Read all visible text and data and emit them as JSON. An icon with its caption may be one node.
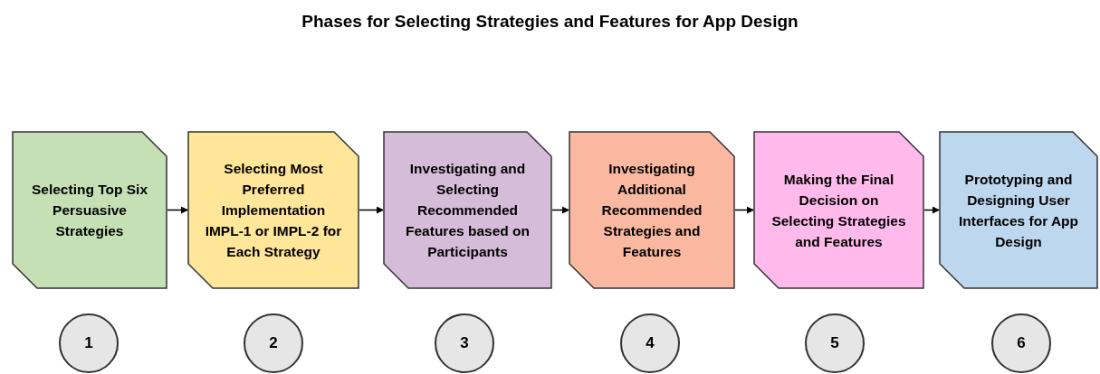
{
  "diagram": {
    "title": "Phases for Selecting Strategies and Features for App Design",
    "nodes": [
      {
        "text": [
          "Selecting Top Six Persuasive Strategies"
        ]
      },
      {
        "text": [
          "Selecting Most Preferred Implementation IMPL-1 or IMPL-2 for Each Strategy"
        ]
      },
      {
        "text": [
          "Investigating and Selecting Recommended Features based on Participants"
        ]
      },
      {
        "text": [
          "Investigating Additional Recommended Strategies and Features"
        ]
      },
      {
        "text": [
          "Making the Final Decision on Selecting Strategies and Features"
        ]
      },
      {
        "text": [
          "Prototyping and Designing User Interfaces for App Design"
        ]
      },
      {
        "text": [
          "1"
        ]
      },
      {
        "text": [
          "2"
        ]
      },
      {
        "text": [
          "3"
        ]
      },
      {
        "text": [
          "4"
        ]
      },
      {
        "text": [
          "5"
        ]
      },
      {
        "text": [
          "6"
        ]
      }
    ],
    "edges": [
      {
        "from": 0,
        "to": 1,
        "arrow": "to"
      },
      {
        "from": 1,
        "to": 2,
        "arrow": "to"
      },
      {
        "from": 2,
        "to": 3,
        "arrow": "to"
      },
      {
        "from": 3,
        "to": 4,
        "arrow": "to"
      },
      {
        "from": 4,
        "to": 5,
        "arrow": "to"
      }
    ]
  }
}
